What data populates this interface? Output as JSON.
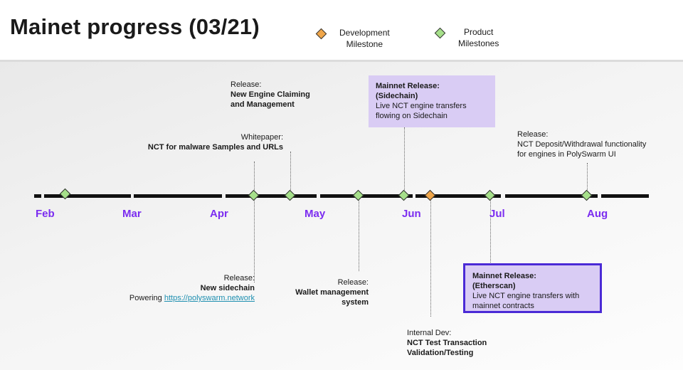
{
  "title": "Mainet progress (03/21)",
  "legend": {
    "development": {
      "label_l1": "Development",
      "label_l2": "Milestone",
      "color": "#f0a64a"
    },
    "product": {
      "label_l1": "Product",
      "label_l2": "Milestones",
      "color": "#a6e08a"
    }
  },
  "months": [
    "Feb",
    "Mar",
    "Apr",
    "May",
    "Jun",
    "Jul",
    "Aug"
  ],
  "milestones": {
    "engine_claiming": {
      "l1": "Release:",
      "l2": "New Engine Claiming",
      "l3": "and Management"
    },
    "whitepaper": {
      "l1": "Whitepaper:",
      "l2": "NCT for malware Samples and URLs"
    },
    "sidechain_release": {
      "l1": "Mainnet Release:",
      "l2": "(Sidechain)",
      "l3": "Live NCT engine transfers",
      "l4": "flowing on Sidechain"
    },
    "deposit_withdrawal": {
      "l1": "Release:",
      "l2": "NCT Deposit/Withdrawal functionality",
      "l3": "for engines in PolySwarm UI"
    },
    "new_sidechain": {
      "l1": "Release:",
      "l2": "New sidechain",
      "l3_prefix": "Powering ",
      "l3_link": "https://polyswarm.network"
    },
    "wallet": {
      "l1": "Release:",
      "l2": "Wallet management",
      "l3": "system"
    },
    "internal_dev": {
      "l1": "Internal Dev:",
      "l2": "NCT Test Transaction",
      "l3": "Validation/Testing"
    },
    "etherscan_release": {
      "l1": "Mainnet Release:",
      "l2": "(Etherscan)",
      "l3": "Live NCT engine transfers with",
      "l4": "mainnet contracts"
    }
  }
}
